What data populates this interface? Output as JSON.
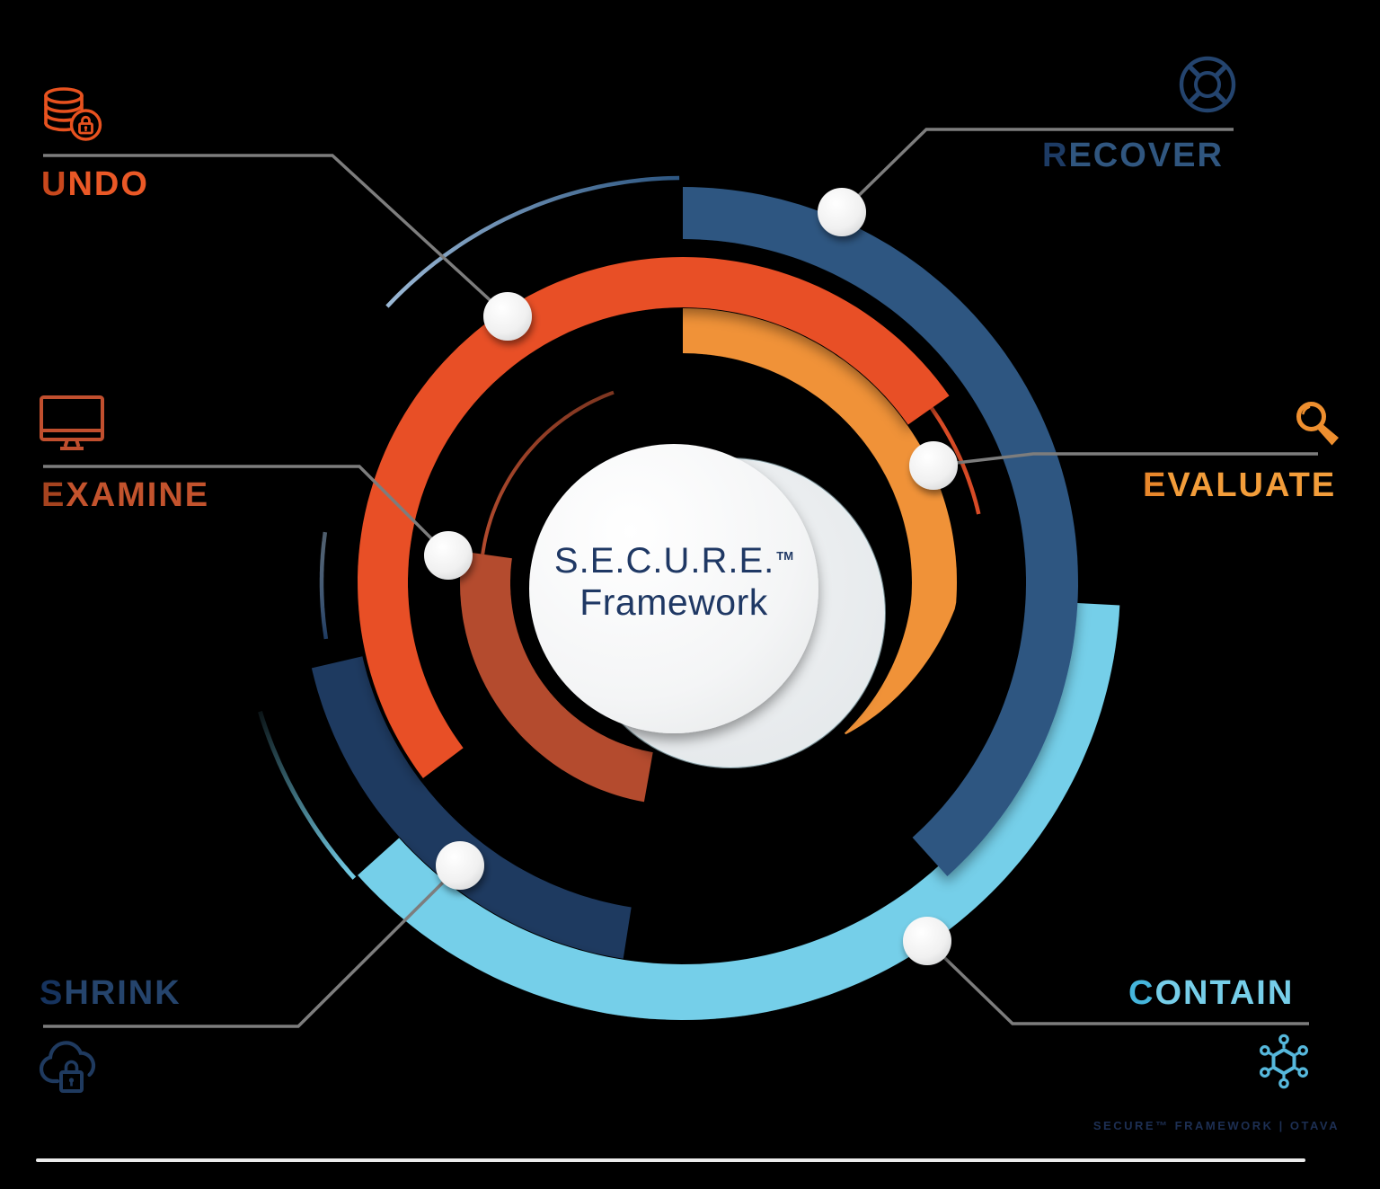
{
  "center": {
    "title": "S.E.C.U.R.E.",
    "trademark": "TM",
    "subtitle": "Framework",
    "text_color": "#1f3864"
  },
  "steps": [
    {
      "id": "undo",
      "label_first": "U",
      "label_rest": "NDO",
      "icon": "database-lock-icon",
      "color_first": "#c8481d",
      "color_rest": "#ea5826",
      "icon_color": "#e8521f"
    },
    {
      "id": "recover",
      "label_first": "R",
      "label_rest": "ECOVER",
      "icon": "lifebuoy-icon",
      "color_first": "#1d3b64",
      "color_rest": "#30567f",
      "icon_color": "#24446e"
    },
    {
      "id": "examine",
      "label_first": "E",
      "label_rest": "XAMINE",
      "icon": "monitor-icon",
      "color_first": "#a5431f",
      "color_rest": "#c3532d",
      "icon_color": "#c14f2e"
    },
    {
      "id": "evaluate",
      "label_first": "E",
      "label_rest": "VALUATE",
      "icon": "magnifier-icon",
      "color_first": "#e8872b",
      "color_rest": "#f39d3a",
      "icon_color": "#ee8f2f"
    },
    {
      "id": "shrink",
      "label_first": "S",
      "label_rest": "HRINK",
      "icon": "cloud-lock-icon",
      "color_first": "#16335e",
      "color_rest": "#25446c",
      "icon_color": "#1f3a5f"
    },
    {
      "id": "contain",
      "label_first": "C",
      "label_rest": "ONTAIN",
      "icon": "virus-icon",
      "color_first": "#45b5dc",
      "color_rest": "#76cee9",
      "icon_color": "#56b8dc"
    }
  ],
  "colors": {
    "navy": "#2d5681",
    "navy_dark": "#1e3a60",
    "red": "#e84f27",
    "red_thin": "#d84b26",
    "amber": "#f09238",
    "rust": "#b44b2e",
    "cyan": "#74cfe9",
    "thin_blue_light": "#9cb9d6",
    "line_gray": "#7d7d7d",
    "rule_gray": "#ebebeb",
    "footnote_navy": "#1d2f53",
    "background": "#000000"
  },
  "footnote": {
    "text": "SECURE™ FRAMEWORK | OTAVA"
  }
}
